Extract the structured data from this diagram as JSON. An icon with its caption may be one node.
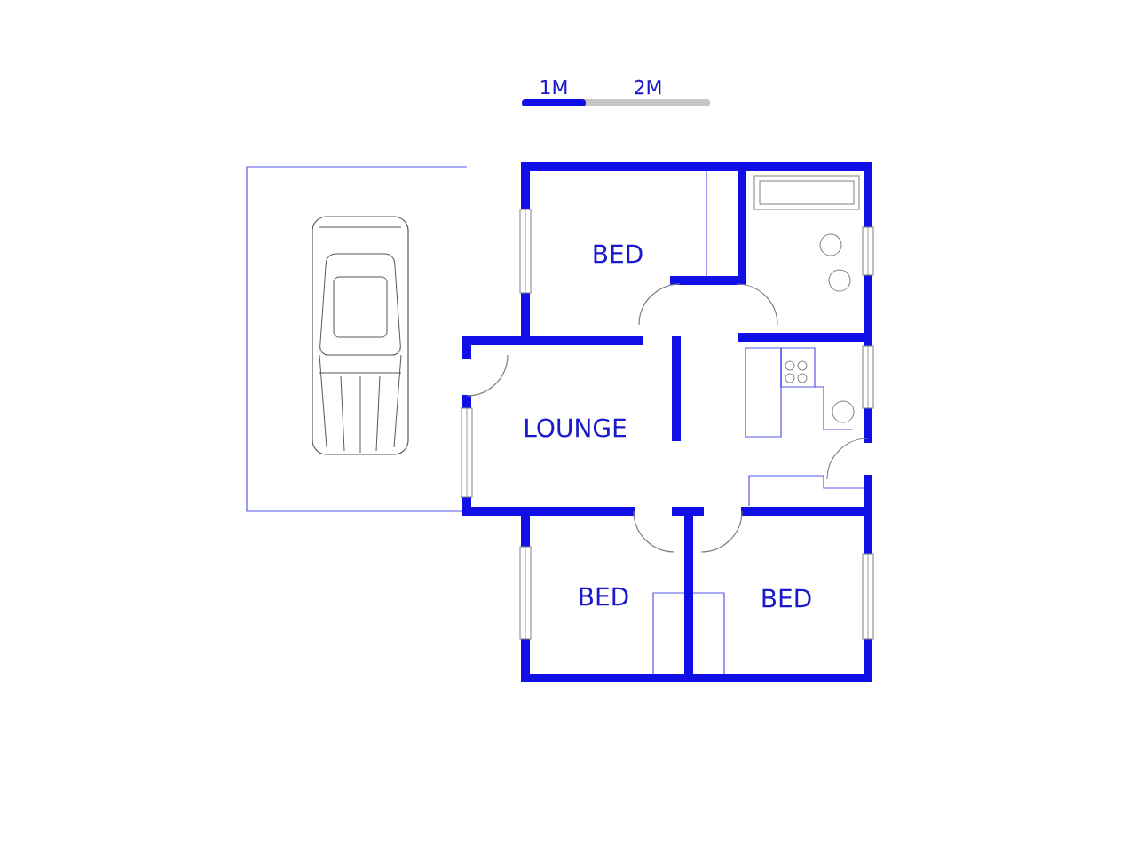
{
  "diagram": {
    "labels": [
      "1M",
      "2M",
      "BED",
      "LOUNGE",
      "BED",
      "BED"
    ]
  }
}
